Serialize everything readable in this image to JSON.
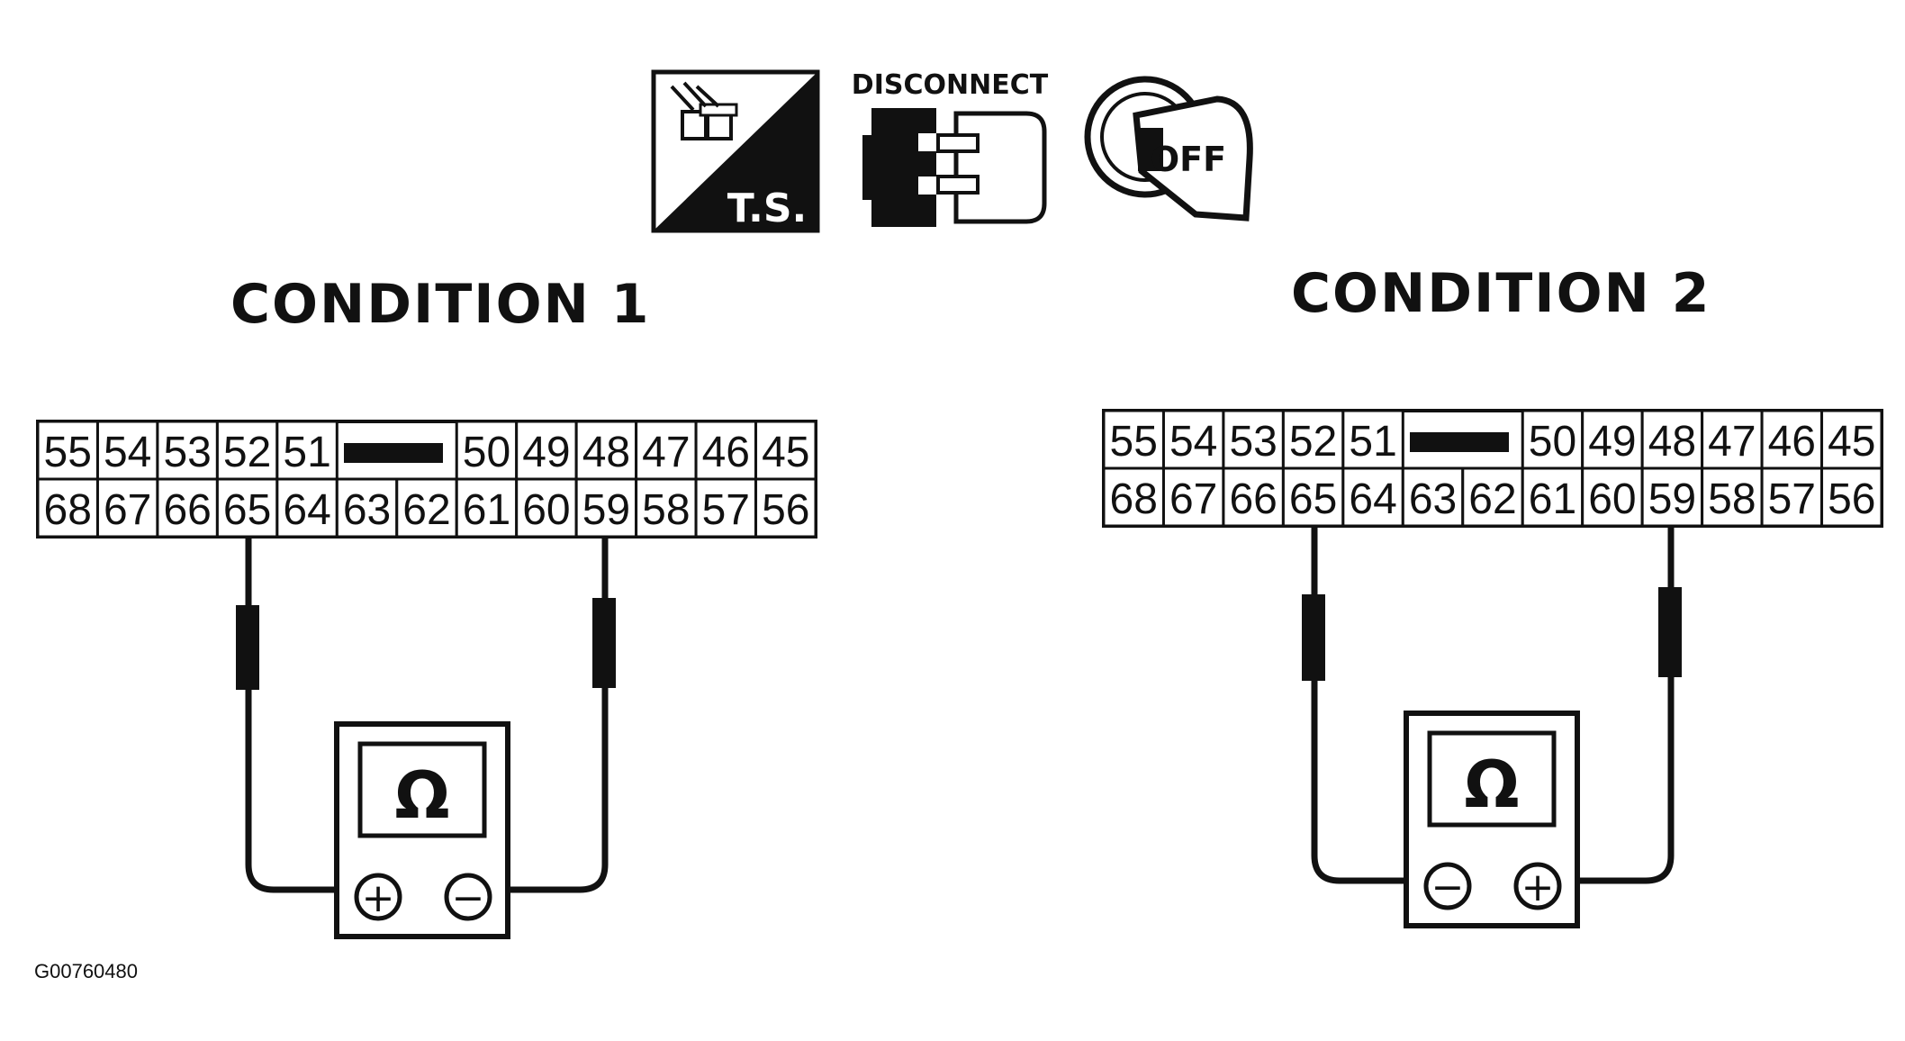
{
  "icons": {
    "test_system_label": "T.S.",
    "disconnect_label": "DISCONNECT",
    "ignition_label": "OFF"
  },
  "conditions": [
    {
      "title": "CONDITION 1",
      "top_row": [
        "55",
        "54",
        "53",
        "52",
        "51",
        "",
        "",
        "50",
        "49",
        "48",
        "47",
        "46",
        "45"
      ],
      "bottom_row": [
        "68",
        "67",
        "66",
        "65",
        "64",
        "63",
        "62",
        "61",
        "60",
        "59",
        "58",
        "57",
        "56"
      ],
      "probe_pins": [
        "65",
        "59"
      ],
      "meter_symbol": "Ω",
      "left_terminal": "+",
      "right_terminal": "−"
    },
    {
      "title": "CONDITION 2",
      "top_row": [
        "55",
        "54",
        "53",
        "52",
        "51",
        "",
        "",
        "50",
        "49",
        "48",
        "47",
        "46",
        "45"
      ],
      "bottom_row": [
        "68",
        "67",
        "66",
        "65",
        "64",
        "63",
        "62",
        "61",
        "60",
        "59",
        "58",
        "57",
        "56"
      ],
      "probe_pins": [
        "65",
        "59"
      ],
      "meter_symbol": "Ω",
      "left_terminal": "−",
      "right_terminal": "+"
    }
  ],
  "figure_id": "G00760480"
}
